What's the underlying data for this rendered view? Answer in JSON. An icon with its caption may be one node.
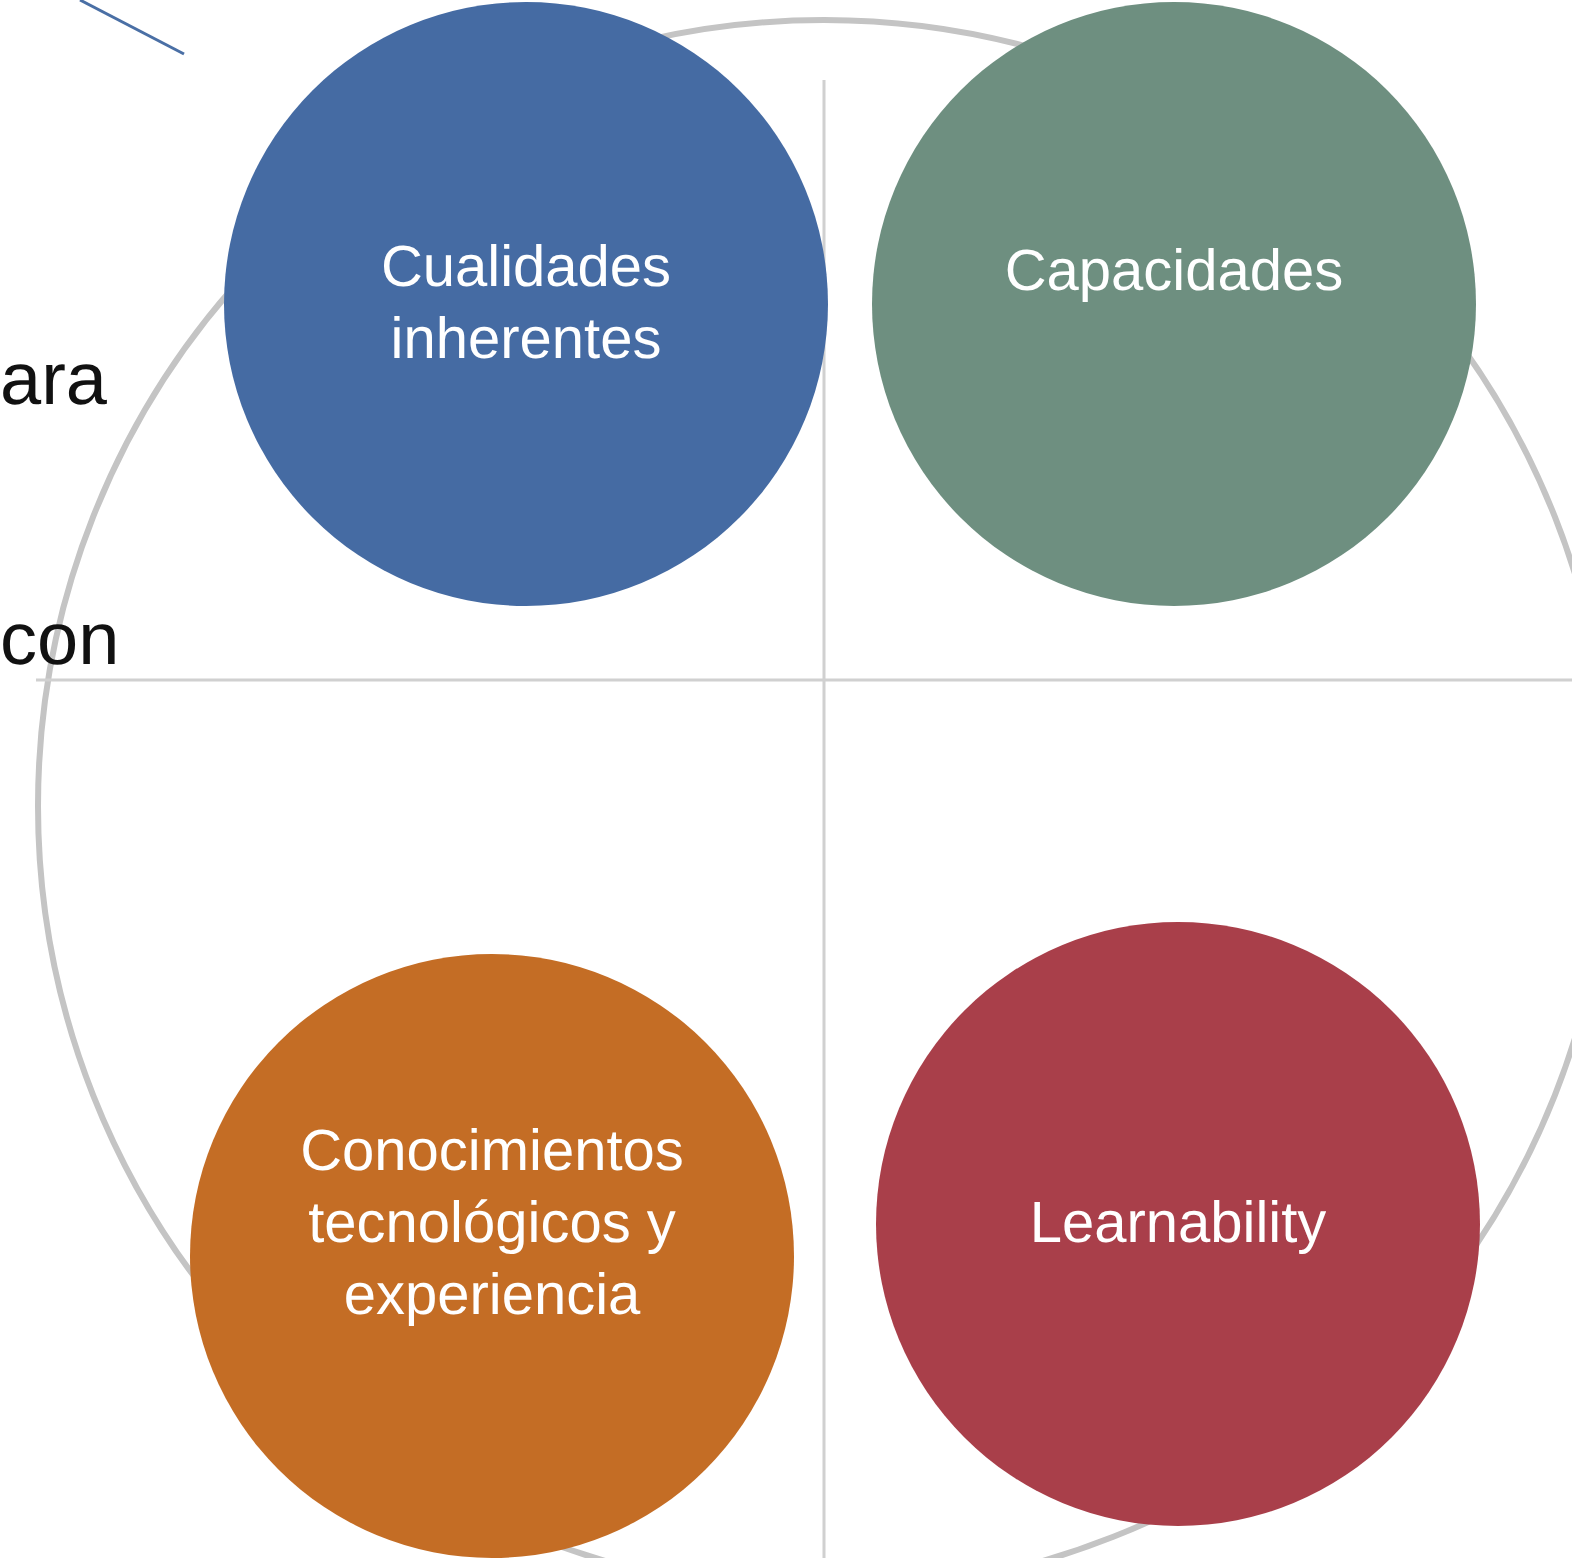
{
  "diagram": {
    "nodes": [
      {
        "text": [
          "Cualidades inherentes"
        ]
      },
      {
        "text": [
          "Capacidades"
        ]
      },
      {
        "text": [
          "Conocimientos tecnológicos y experiencia"
        ]
      },
      {
        "text": [
          "Learnability"
        ]
      }
    ],
    "labels": [
      "ara",
      "con"
    ]
  }
}
